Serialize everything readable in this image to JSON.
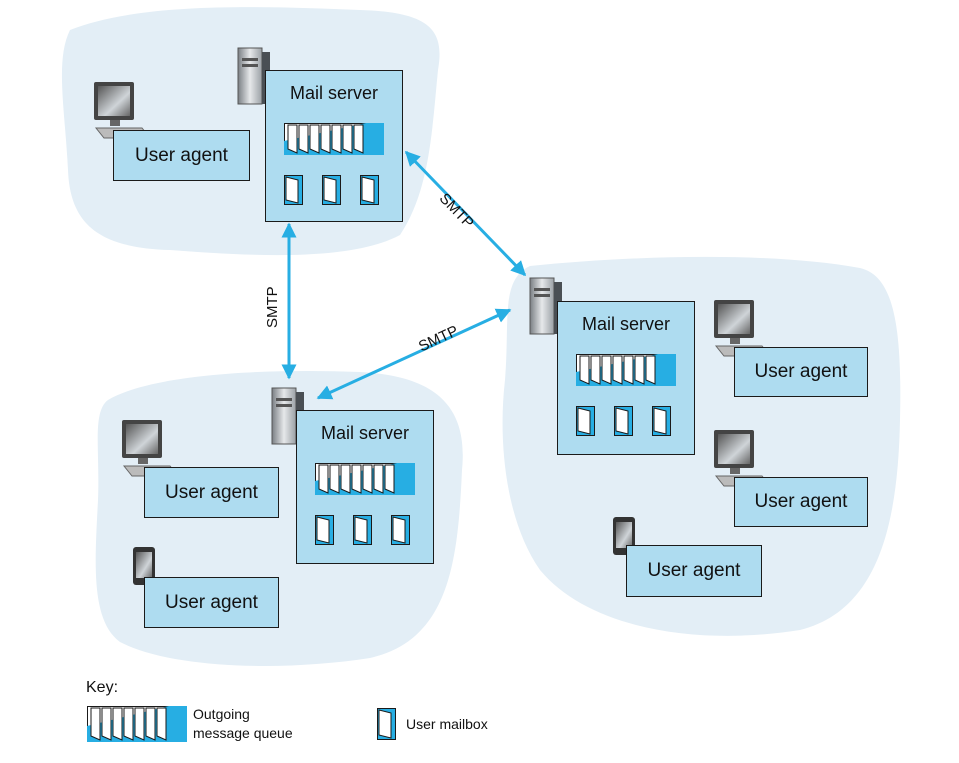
{
  "servers": [
    {
      "id": "top",
      "title": "Mail server"
    },
    {
      "id": "right",
      "title": "Mail server"
    },
    {
      "id": "bottom",
      "title": "Mail server"
    }
  ],
  "agents": [
    {
      "id": "ua-top",
      "label": "User agent",
      "device": "desktop-computer"
    },
    {
      "id": "ua-right-1",
      "label": "User agent",
      "device": "desktop-computer"
    },
    {
      "id": "ua-right-2",
      "label": "User agent",
      "device": "desktop-computer"
    },
    {
      "id": "ua-right-3",
      "label": "User agent",
      "device": "smartphone"
    },
    {
      "id": "ua-bottom-1",
      "label": "User agent",
      "device": "desktop-computer"
    },
    {
      "id": "ua-bottom-2",
      "label": "User agent",
      "device": "smartphone"
    }
  ],
  "links": [
    {
      "id": "top-right",
      "label": "SMTP"
    },
    {
      "id": "top-bottom",
      "label": "SMTP"
    },
    {
      "id": "right-bottom",
      "label": "SMTP"
    }
  ],
  "key": {
    "title": "Key:",
    "queue_line1": "Outgoing",
    "queue_line2": "message queue",
    "mailbox": "User mailbox"
  },
  "colors": {
    "region": "#e3eef6",
    "box": "#aedcf0",
    "accent": "#27aee3",
    "outline": "#1a1a1a"
  }
}
